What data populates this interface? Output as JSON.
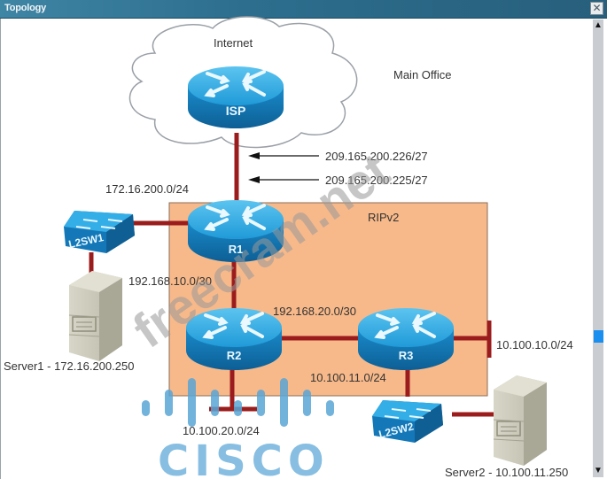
{
  "window": {
    "title": "Topology",
    "close_icon": "close-x-icon"
  },
  "scrollbar": {
    "up_icon": "triangle-up-icon",
    "down_icon": "triangle-down-icon",
    "position_fraction": 0.71
  },
  "diagram": {
    "cloud_label": "Internet",
    "area_label": "Main Office",
    "routing_domain_label": "RIPv2",
    "devices": {
      "isp": "ISP",
      "r1": "R1",
      "r2": "R2",
      "r3": "R3",
      "sw1": "L2SW1",
      "sw2": "L2SW2"
    },
    "servers": {
      "server1": "Server1 - 172.16.200.250",
      "server2": "Server2 - 10.100.11.250"
    },
    "networks": {
      "isp_r1_a": "209.165.200.226/27",
      "isp_r1_b": "209.165.200.225/27",
      "r1_lan": "172.16.200.0/24",
      "r1_r2": "192.168.10.0/30",
      "r2_r3": "192.168.20.0/30",
      "r3_lan_a": "10.100.10.0/24",
      "r3_lan_b": "10.100.11.0/24",
      "r2_lan": "10.100.20.0/24"
    },
    "colors": {
      "link": "#9b1c1c",
      "ripv2_area": "#f7b98a",
      "device_blue": "#1d9bd7",
      "titlebar": "#2d6e8e"
    }
  },
  "watermarks": {
    "site": "freecram.net",
    "logo_text": "CISCO"
  }
}
